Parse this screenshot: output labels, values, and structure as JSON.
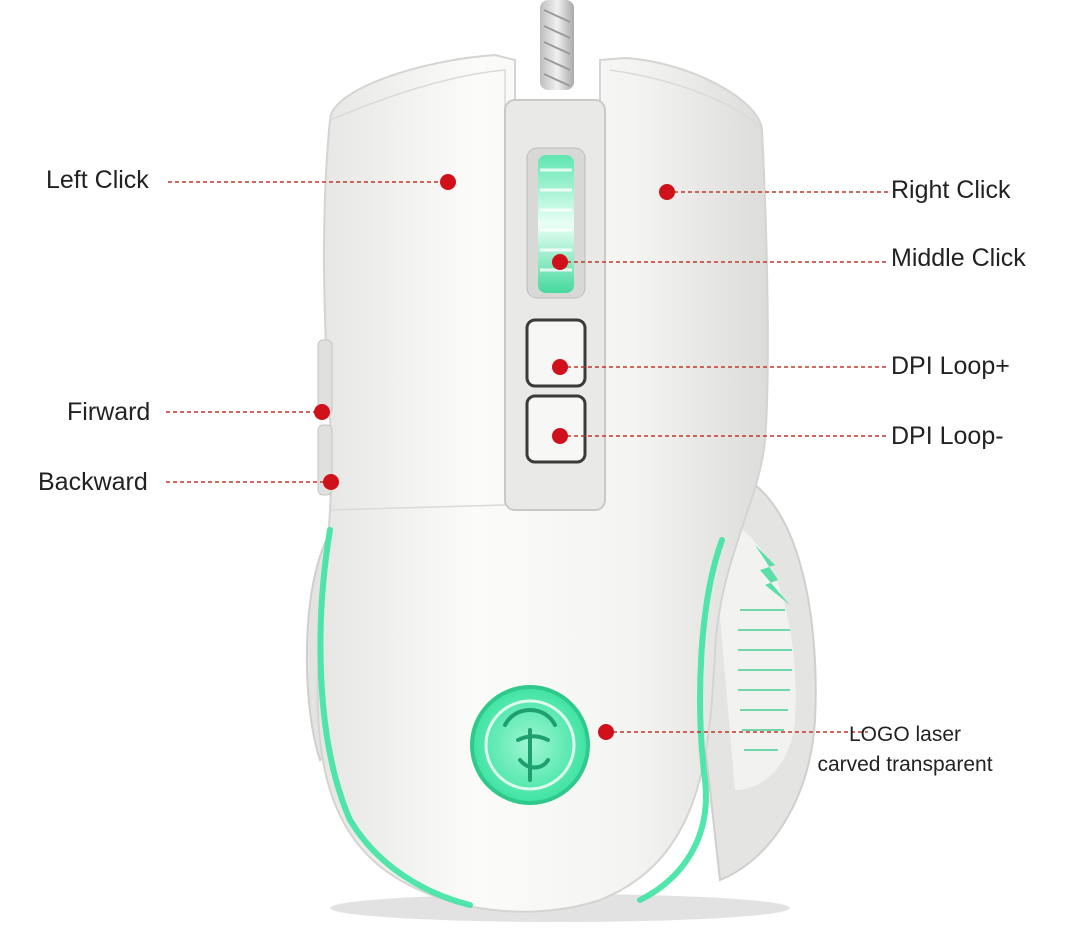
{
  "callouts": {
    "left_click": "Left Click",
    "right_click": "Right Click",
    "middle_click": "Middle Click",
    "dpi_loop_plus": "DPI Loop+",
    "dpi_loop_minus": "DPI Loop-",
    "forward": "Firward",
    "backward": "Backward",
    "logo_line1": "LOGO laser",
    "logo_line2": "carved transparent"
  },
  "colors": {
    "marker": "#d0101a",
    "leader": "#c0392b",
    "mouse_body": "#f3f3f1",
    "glow": "#3ee3a2"
  }
}
